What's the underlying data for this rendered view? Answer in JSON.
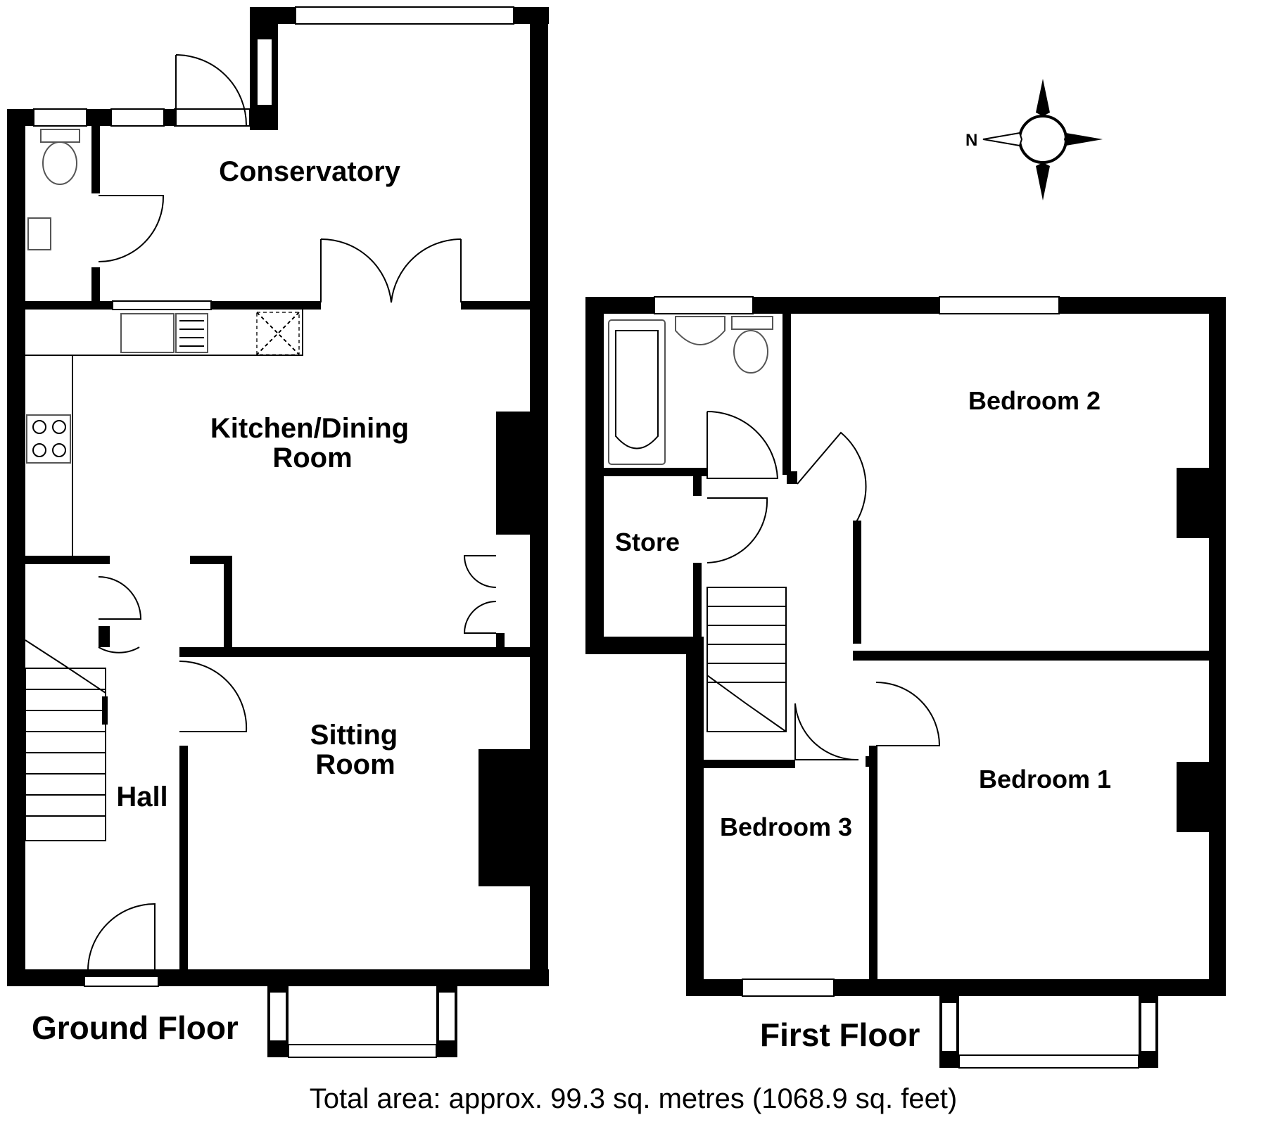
{
  "rooms": {
    "conservatory": "Conservatory",
    "kitchen_line1": "Kitchen/Dining",
    "kitchen_line2": "Room",
    "sitting_line1": "Sitting",
    "sitting_line2": "Room",
    "hall": "Hall",
    "store": "Store",
    "bedroom1": "Bedroom 1",
    "bedroom2": "Bedroom 2",
    "bedroom3": "Bedroom 3"
  },
  "floors": {
    "ground": "Ground Floor",
    "first": "First Floor"
  },
  "compass": {
    "north_label": "N"
  },
  "total_area": "Total area: approx. 99.3 sq. metres (1068.9 sq. feet)"
}
